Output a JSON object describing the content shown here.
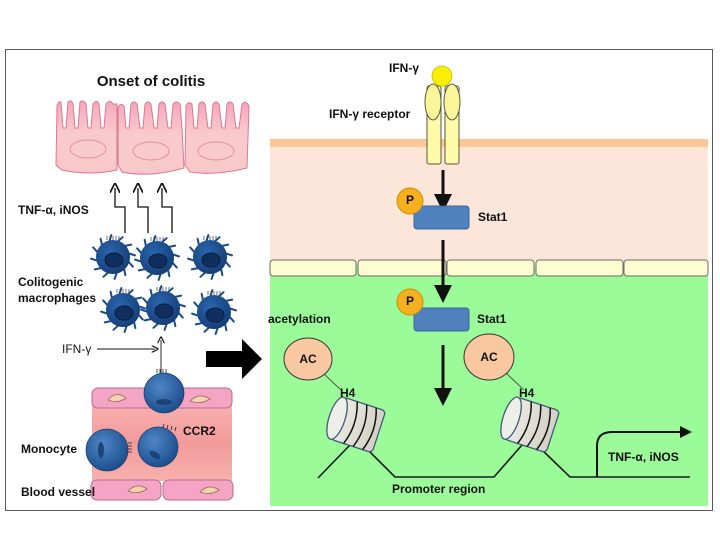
{
  "title": "Onset of colitis",
  "left_panel": {
    "cytokines_label": "TNF-α, iNOS",
    "macrophages_label": "Colitogenic macrophages",
    "macrophages_label_line1": "Colitogenic",
    "macrophages_label_line2": "macrophages",
    "ifn_label": "IFN-γ",
    "monocyte_label": "Monocyte",
    "ccr2_label": "CCR2",
    "vessel_label": "Blood vessel"
  },
  "right_panel": {
    "ligand_label": "IFN-γ",
    "receptor_label": "IFN-γ receptor",
    "phospho_label": "P",
    "stat1_cytoplasm_label": "Stat1",
    "stat1_nucleus_label": "Stat1",
    "acetylation_label": "acetylation",
    "ac_left_label": "AC",
    "ac_right_label": "AC",
    "h4_left_label": "H4",
    "h4_right_label": "H4",
    "promoter_label": "Promoter region",
    "gene_label": "TNF-α, iNOS"
  },
  "colors": {
    "cytoplasm": "#fce6da",
    "membrane": "#fbc796",
    "nucleus": "#9bfb98",
    "nuclear_envelope": "#fefdd0",
    "stat1": "#4f81bd",
    "phospho": "#f7b01d",
    "acetyl": "#fac8a0",
    "ifn_ligand": "#f8f000",
    "receptor": "#fdfba8",
    "epithelium": "#f8c6c9",
    "vessel_wall": "#f4a4c4",
    "vessel_lumen": "#f3a0a0",
    "cell_blue": "#2d62a3",
    "macrophage": "#1f5597"
  }
}
